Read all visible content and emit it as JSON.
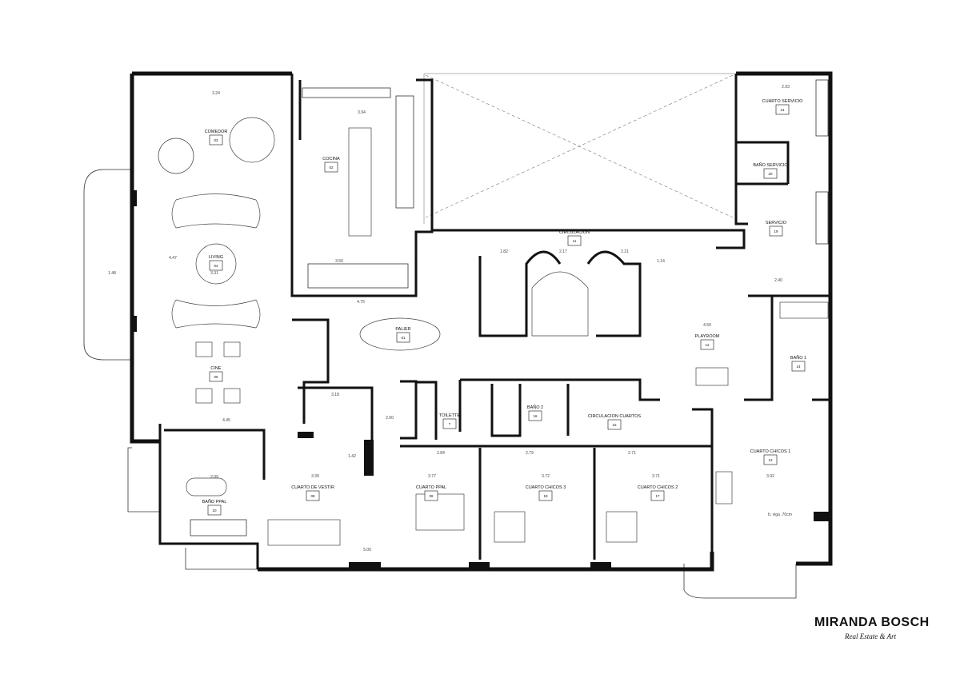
{
  "brand": {
    "name": "MIRANDA BOSCH",
    "tagline": "Real Estate & Art"
  },
  "rooms": [
    {
      "name": "COMEDOR",
      "num": "03"
    },
    {
      "name": "COCINA",
      "num": "02"
    },
    {
      "name": "LIVING",
      "num": "04"
    },
    {
      "name": "CINE",
      "num": "05"
    },
    {
      "name": "PALIER",
      "num": "01"
    },
    {
      "name": "CIRCULACION",
      "num": "11"
    },
    {
      "name": "CUARTO SERVICIO",
      "num": "21"
    },
    {
      "name": "BAÑO SERVICIO",
      "num": "20"
    },
    {
      "name": "SERVICIO",
      "num": "19"
    },
    {
      "name": "PLAYROOM",
      "num": "12"
    },
    {
      "name": "BAÑO 1",
      "num": "14"
    },
    {
      "name": "TOILETTE",
      "num": "7"
    },
    {
      "name": "BAÑO 2",
      "num": "16"
    },
    {
      "name": "CIRCULACION CUARTOS",
      "num": "15"
    },
    {
      "name": "CUARTO CHICOS 1",
      "num": "13"
    },
    {
      "name": "CUARTO DE VESTIR",
      "num": "09"
    },
    {
      "name": "CUARTO PPAL",
      "num": "08"
    },
    {
      "name": "CUARTO CHICOS 3",
      "num": "18"
    },
    {
      "name": "CUARTO CHICOS 2",
      "num": "17"
    },
    {
      "name": "BAÑO PPAL",
      "num": "10"
    }
  ],
  "dimensions": [
    "3.24",
    "3.94",
    "2.93",
    "4.47",
    "3.31",
    "1.48",
    "3.56",
    "4.75",
    "1.82",
    "2.17",
    "2.21",
    "4.50",
    "3.18",
    "4.45",
    "2.00",
    "2.84",
    "2.79",
    "2.71",
    "3.39",
    "3.77",
    "3.72",
    "3.71",
    "5.00",
    "3.92",
    "2.09",
    "1.42",
    "1.14",
    "2.40"
  ],
  "notes": [
    "b. viga .70cm"
  ]
}
